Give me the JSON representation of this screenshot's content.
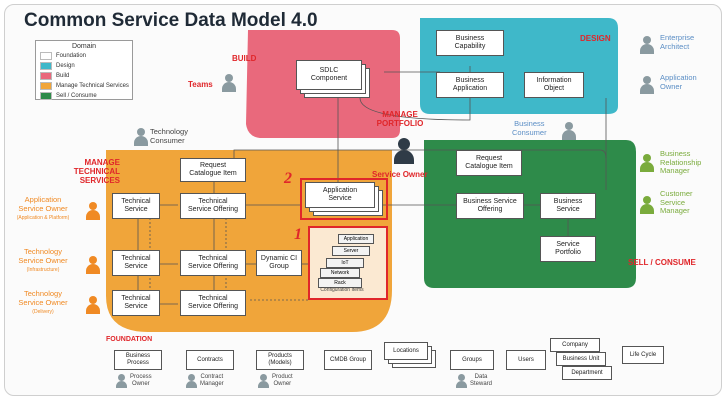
{
  "title": "Common Service Data Model 4.0",
  "legend": {
    "heading": "Domain",
    "items": [
      {
        "label": "Foundation",
        "color": "#ffffff"
      },
      {
        "label": "Design",
        "color": "#3fb8c9"
      },
      {
        "label": "Build",
        "color": "#e9697c"
      },
      {
        "label": "Manage Technical Services",
        "color": "#f0a53a"
      },
      {
        "label": "Sell / Consume",
        "color": "#2e8b4a"
      }
    ]
  },
  "domains": {
    "build": "BUILD",
    "design": "DESIGN",
    "manage_technical_services": "MANAGE\nTECHNICAL SERVICES",
    "manage_portfolio": "MANAGE\nPORTFOLIO",
    "sell_consume": "SELL / CONSUME",
    "foundation": "FOUNDATION"
  },
  "colors": {
    "build": "#e9697c",
    "design": "#3fb8c9",
    "manage": "#f0a53a",
    "sell": "#2e8b4a",
    "highlight": "#e0262a",
    "role_gray": "#8a9aa0",
    "role_blue": "#5b8ec5",
    "role_green": "#7aab3c",
    "role_orange": "#f08a24",
    "owner_dark": "#2f3b47"
  },
  "annotations": {
    "one": "1",
    "two": "2"
  },
  "entities": {
    "sdlc_component": "SDLC\nComponent",
    "business_capability": "Business\nCapability",
    "business_application": "Business\nApplication",
    "information_object": "Information\nObject",
    "request_catalogue_item_mts": "Request\nCatalogue Item",
    "technical_service_1": "Technical\nService",
    "technical_service_offering_1": "Technical\nService Offering",
    "technical_service_2": "Technical\nService",
    "technical_service_offering_2": "Technical\nService Offering",
    "dynamic_ci_group": "Dynamic CI\nGroup",
    "technical_service_3": "Technical\nService",
    "technical_service_offering_3": "Technical\nService Offering",
    "application_service": "Application\nService",
    "request_catalogue_item_sell": "Request\nCatalogue Item",
    "business_service_offering": "Business Service\nOffering",
    "business_service": "Business\nService",
    "service_portfolio": "Service\nPortfolio"
  },
  "ci_stack": {
    "application": "Application",
    "server": "Server",
    "ip": "IoT",
    "network": "Network",
    "rack": "Rack",
    "caption": "Configuration Items"
  },
  "roles": {
    "teams": "Teams",
    "enterprise_architect": "Enterprise\nArchitect",
    "application_owner": "Application\nOwner",
    "technology_consumer": "Technology\nConsumer",
    "business_consumer": "Business\nConsumer",
    "service_owner": "Service Owner",
    "application_service_owner": "Application\nService Owner",
    "application_service_owner_sub": "(Application & Platform)",
    "technology_service_owner_infra": "Technology\nService Owner",
    "technology_service_owner_infra_sub": "(Infrastructure)",
    "technology_service_owner_delivery": "Technology\nService Owner",
    "technology_service_owner_delivery_sub": "(Delivery)",
    "business_relationship_manager": "Business\nRelationship\nManager",
    "customer_service_manager": "Customer\nService\nManager",
    "process_owner": "Process\nOwner",
    "contract_manager": "Contract\nManager",
    "product_owner": "Product\nOwner",
    "data_steward": "Data\nSteward"
  },
  "foundation_items": {
    "business_process": "Business\nProcess",
    "contracts": "Contracts",
    "products": "Products\n(Models)",
    "cmdb_group": "CMDB Group",
    "locations": "Locations",
    "groups": "Groups",
    "users": "Users",
    "company": "Company",
    "business_unit": "Business Unit",
    "department": "Department",
    "life_cycle": "Life Cycle"
  }
}
